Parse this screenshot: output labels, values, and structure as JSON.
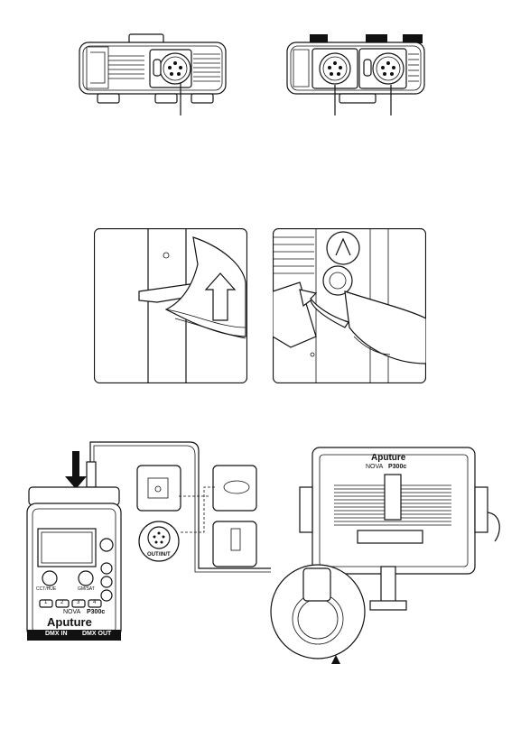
{
  "panel": {
    "brand": "Aputure",
    "model_prefix": "NOVA",
    "model": "P300c"
  },
  "controller": {
    "brand": "Aputure",
    "model_prefix": "NOVA",
    "model": "P300c",
    "port_in": "DMX IN",
    "port_out": "DMX OUT",
    "knob_left": "CCT/HUE",
    "knob_right": "GM/SAT",
    "buttons": [
      "1",
      "2",
      "3",
      "4"
    ]
  },
  "detail": {
    "xlr_label": "OUT/IN/T"
  }
}
